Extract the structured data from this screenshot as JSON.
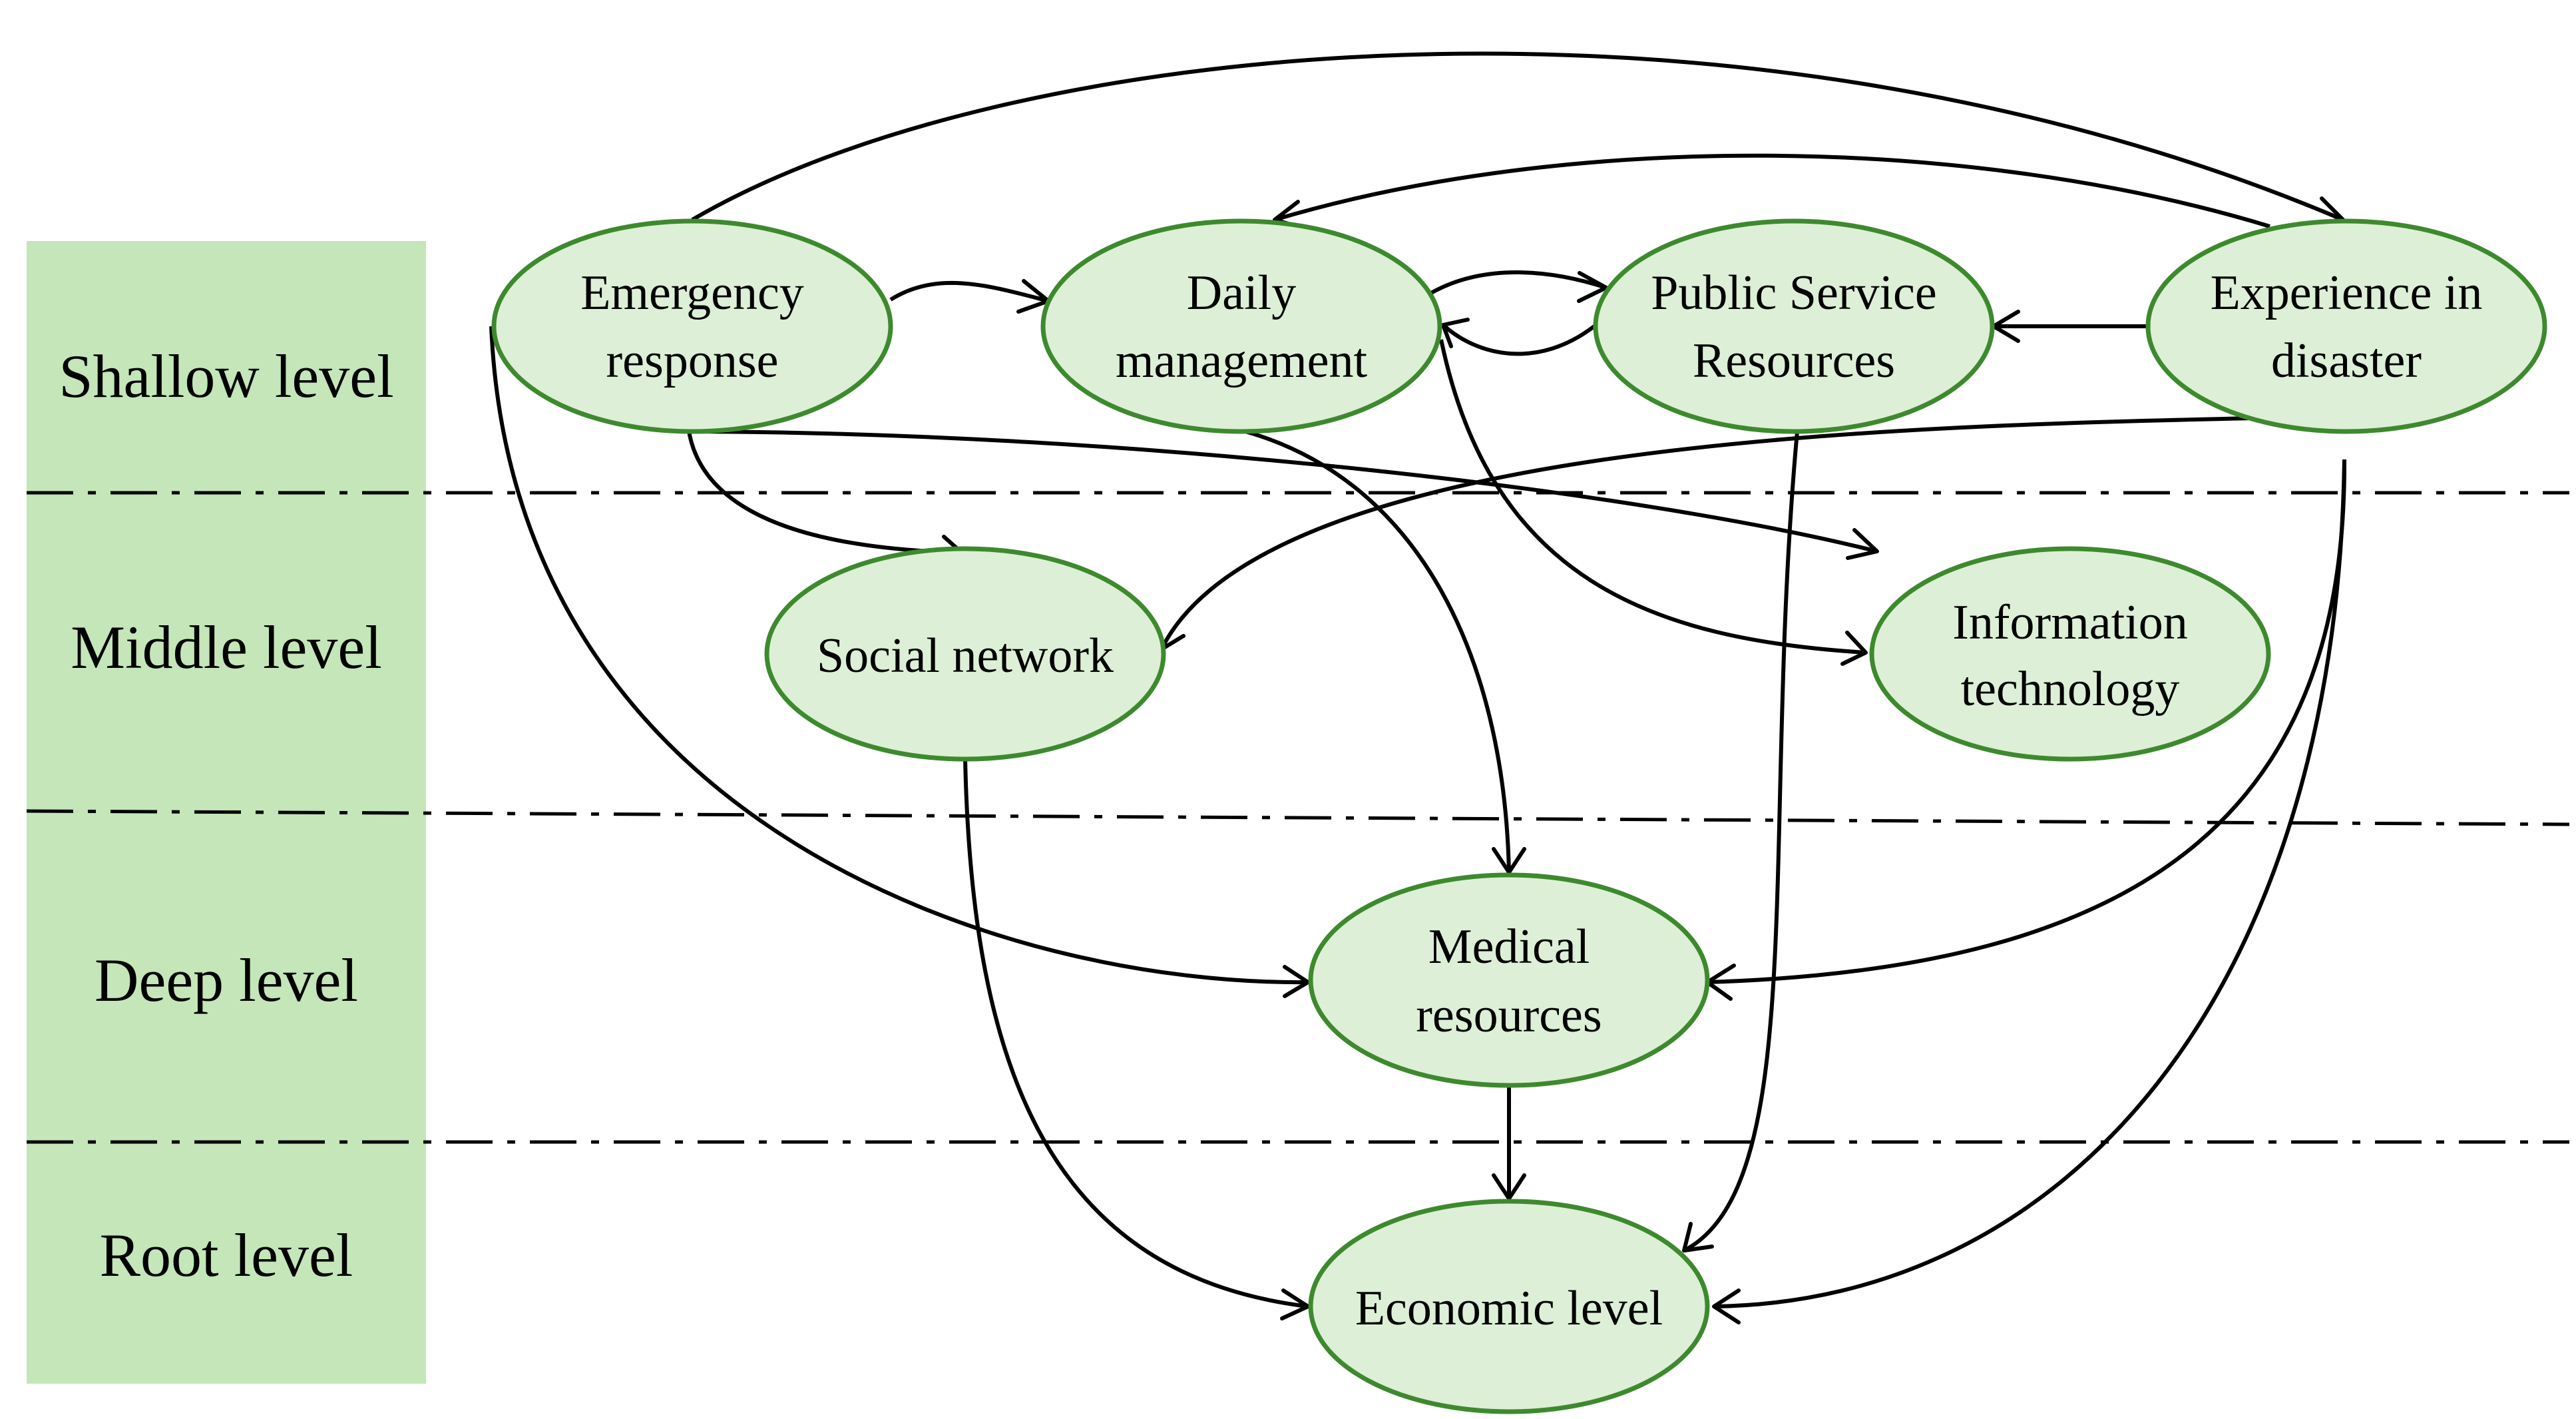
{
  "colors": {
    "band_fill": "#c4e6b9",
    "node_fill": "#ddefd6",
    "node_stroke": "#3d8a2e",
    "line": "#000000"
  },
  "levels": [
    {
      "id": "shallow",
      "label": "Shallow level"
    },
    {
      "id": "middle",
      "label": "Middle level"
    },
    {
      "id": "deep",
      "label": "Deep level"
    },
    {
      "id": "root",
      "label": "Root level"
    }
  ],
  "nodes": [
    {
      "id": "emergency",
      "level": "shallow",
      "lines": [
        "Emergency",
        "response"
      ]
    },
    {
      "id": "daily",
      "level": "shallow",
      "lines": [
        "Daily",
        "management"
      ]
    },
    {
      "id": "public",
      "level": "shallow",
      "lines": [
        "Public Service",
        "Resources"
      ]
    },
    {
      "id": "experience",
      "level": "shallow",
      "lines": [
        "Experience in",
        "disaster"
      ]
    },
    {
      "id": "social",
      "level": "middle",
      "lines": [
        "Social network"
      ]
    },
    {
      "id": "info",
      "level": "middle",
      "lines": [
        "Information",
        "technology"
      ]
    },
    {
      "id": "medical",
      "level": "deep",
      "lines": [
        "Medical",
        "resources"
      ]
    },
    {
      "id": "economic",
      "level": "root",
      "lines": [
        "Economic level"
      ]
    }
  ],
  "edges": [
    {
      "from": "emergency",
      "to": "experience"
    },
    {
      "from": "emergency",
      "to": "daily"
    },
    {
      "from": "daily",
      "to": "public"
    },
    {
      "from": "public",
      "to": "daily"
    },
    {
      "from": "experience",
      "to": "daily"
    },
    {
      "from": "experience",
      "to": "public"
    },
    {
      "from": "emergency",
      "to": "social"
    },
    {
      "from": "emergency",
      "to": "info"
    },
    {
      "from": "daily",
      "to": "info"
    },
    {
      "from": "experience",
      "to": "social"
    },
    {
      "from": "emergency",
      "to": "medical"
    },
    {
      "from": "daily",
      "to": "medical"
    },
    {
      "from": "experience",
      "to": "medical"
    },
    {
      "from": "social",
      "to": "economic"
    },
    {
      "from": "medical",
      "to": "economic"
    },
    {
      "from": "public",
      "to": "economic"
    },
    {
      "from": "experience",
      "to": "economic"
    }
  ]
}
